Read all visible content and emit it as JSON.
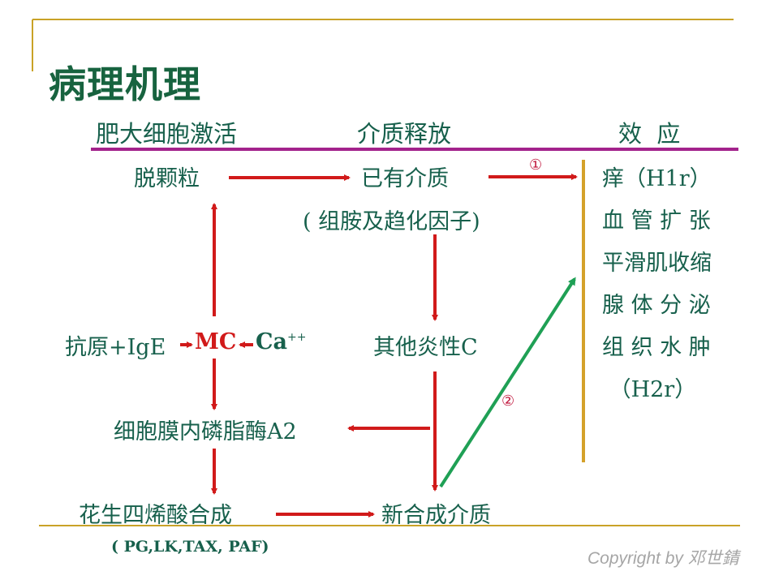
{
  "slide": {
    "title": "病理机理",
    "colors": {
      "text": "#17604c",
      "title": "#17633f",
      "arrow_red": "#d11a1a",
      "arrow_green": "#1fa055",
      "divider_purple": "#a3238c",
      "frame_gold": "#c9a227",
      "effect_bar": "#d4a12a",
      "copyright": "#a6a6a6"
    }
  },
  "headers": {
    "col1": "肥大细胞激活",
    "col2": "介质释放",
    "col3": "效  应"
  },
  "nodes": {
    "degranulation": "脱颗粒",
    "existing_mediators": "已有介质",
    "existing_mediators_note": "( 组胺及趋化因子)",
    "antigen_ige": "抗原+IgE",
    "mc": "MC",
    "ca": "Ca",
    "ca_sup": "++",
    "other_inflammatory": "其他炎性C",
    "phospholipase": "细胞膜内磷脂酶A2",
    "arachidonic": "花生四烯酸合成",
    "arachidonic_note": "( PG,LK,TAX, PAF)",
    "new_mediators": "新合成介质"
  },
  "markers": {
    "path1": "①",
    "path2": "②"
  },
  "effects": [
    "痒（H1r）",
    "血 管 扩 张",
    "平滑肌收缩",
    "腺 体 分 泌",
    "组 织 水 肿",
    " （H2r）"
  ],
  "footer": {
    "copyright": "Copyright by 邓世錆"
  }
}
